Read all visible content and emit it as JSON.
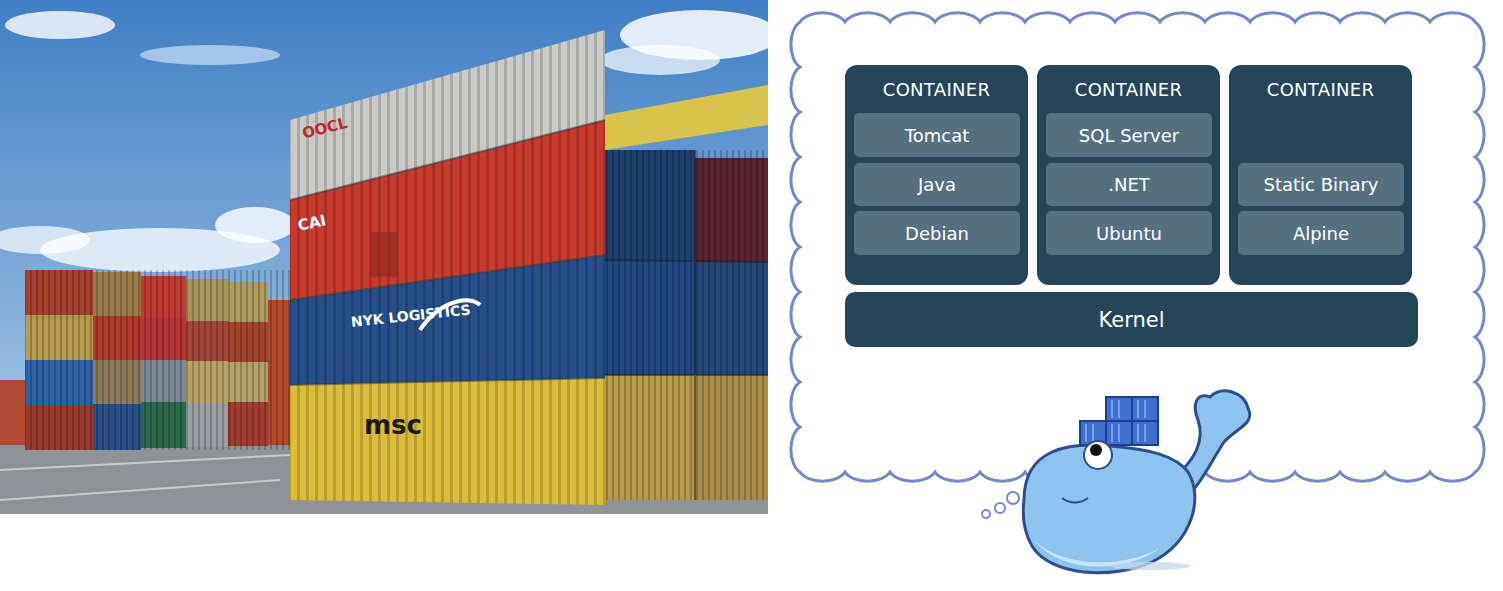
{
  "diagram": {
    "nodes": [
      {
        "text": [
          "CONTAINER"
        ]
      },
      {
        "text": [
          "Tomcat"
        ],
        "in": 0
      },
      {
        "text": [
          "Java"
        ],
        "in": 0
      },
      {
        "text": [
          "Debian"
        ],
        "in": 0
      },
      {
        "text": [
          "CONTAINER"
        ]
      },
      {
        "text": [
          "SQL Server"
        ],
        "in": 4
      },
      {
        "text": [
          ".NET"
        ],
        "in": 4
      },
      {
        "text": [
          "Ubuntu"
        ],
        "in": 4
      },
      {
        "text": [
          "CONTAINER"
        ]
      },
      {
        "text": [
          "Static Binary"
        ],
        "in": 8
      },
      {
        "text": [
          "Alpine"
        ],
        "in": 8
      },
      {
        "text": [
          "Kernel"
        ]
      }
    ],
    "labels": [
      "OOCL",
      "CAI",
      "NYK LOGISTICS",
      "msc"
    ]
  }
}
